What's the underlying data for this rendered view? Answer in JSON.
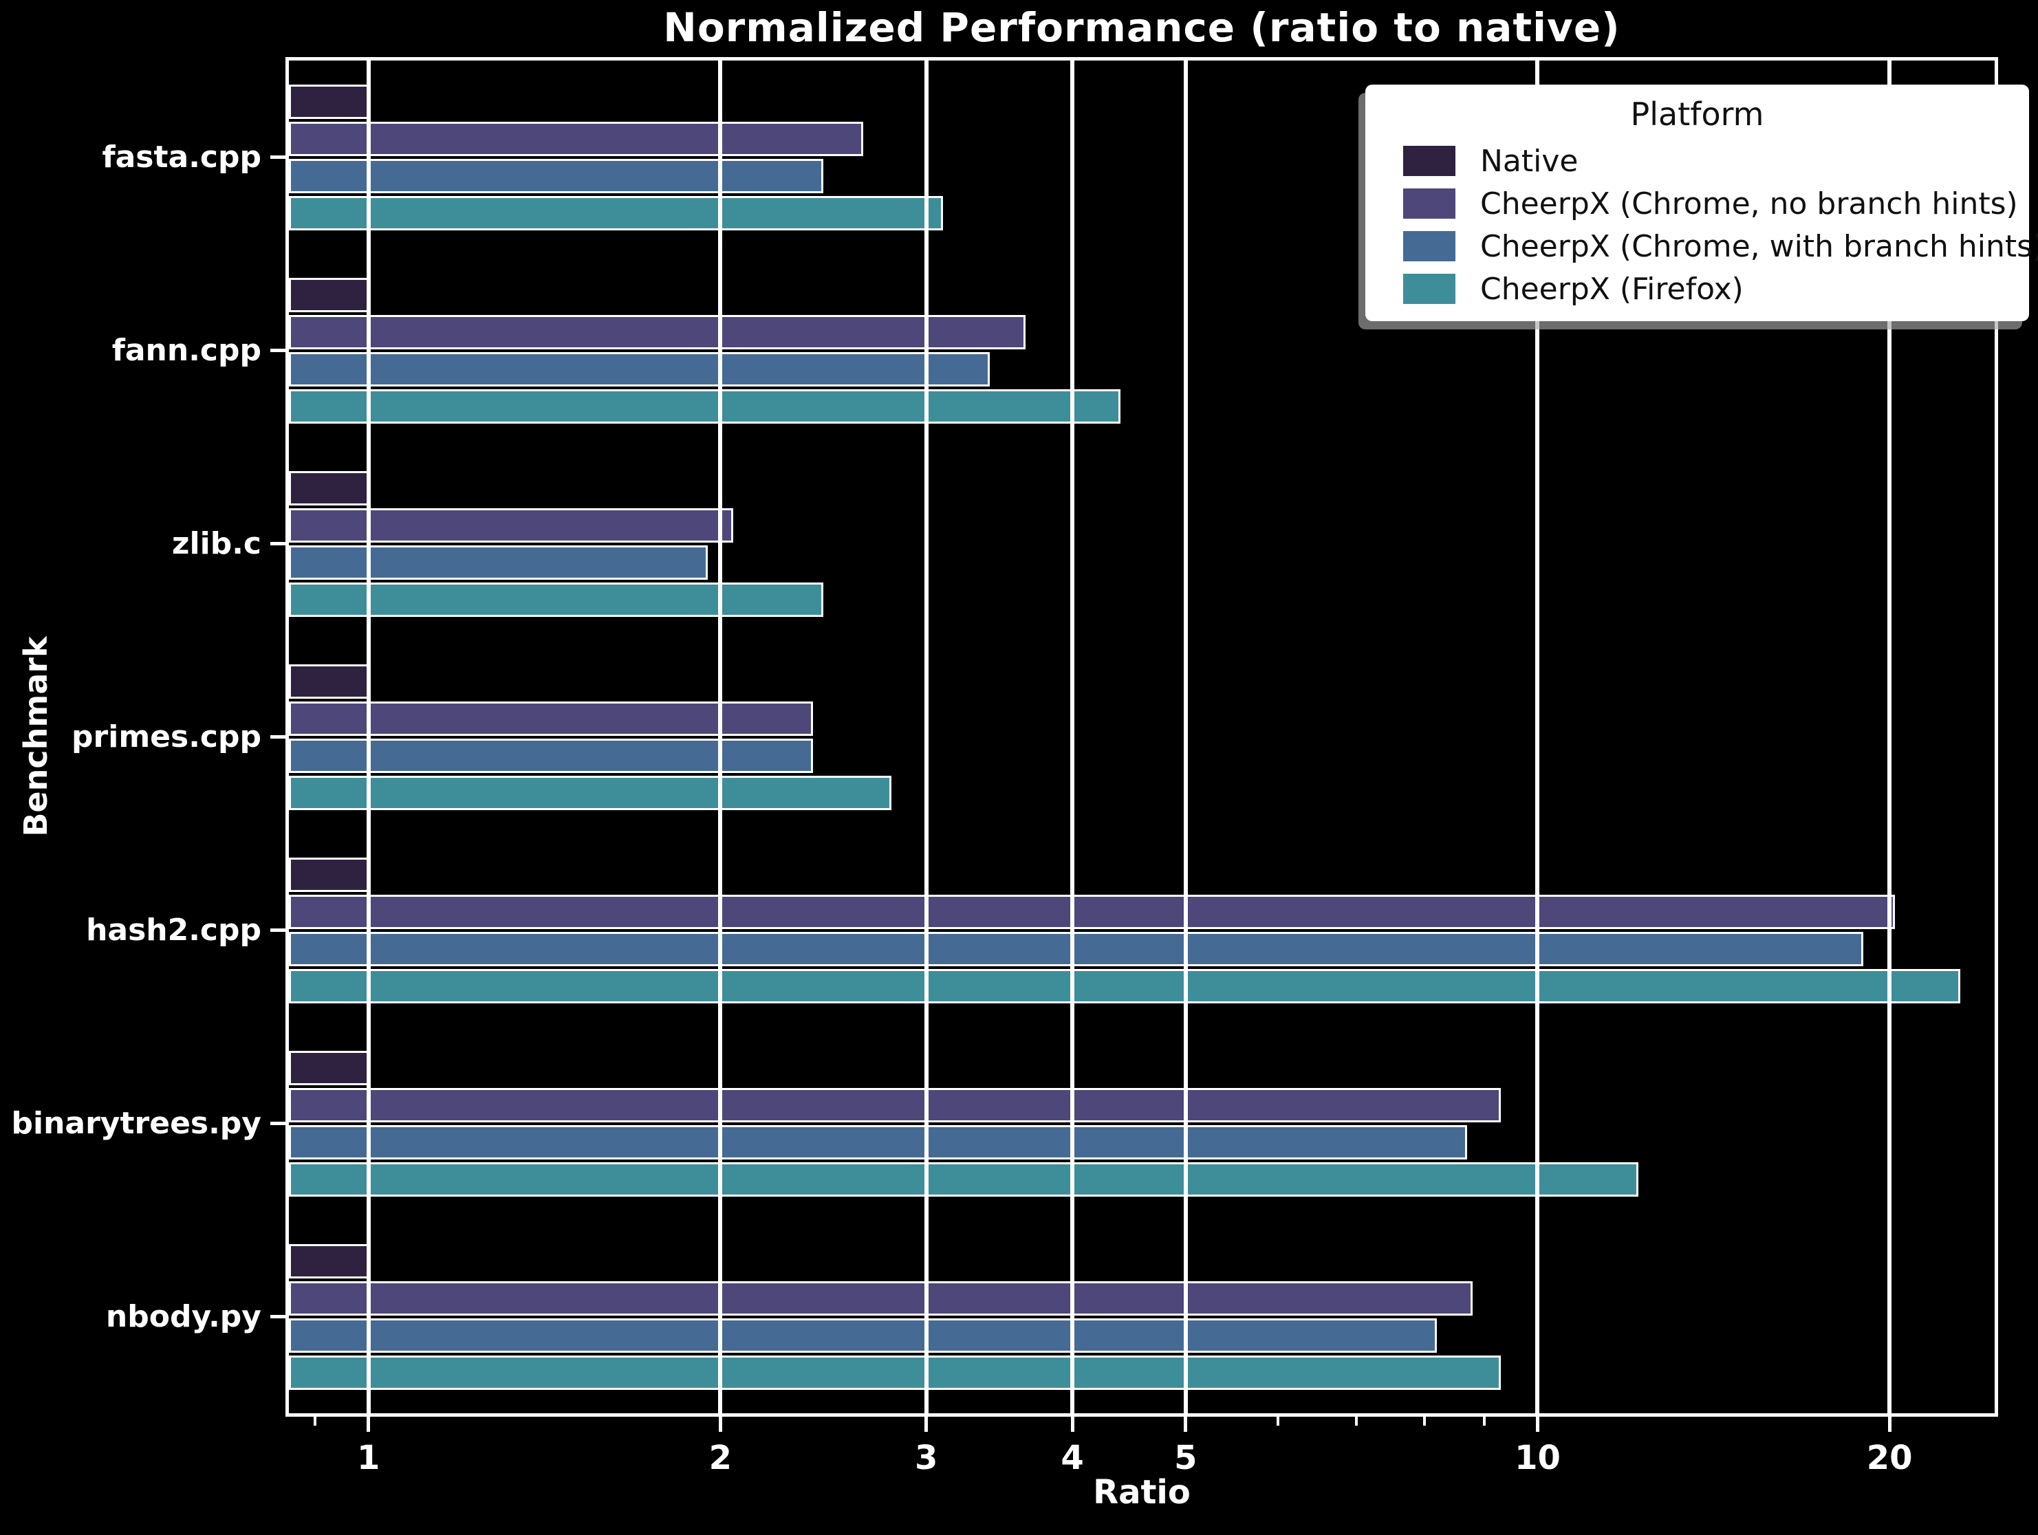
{
  "title": "Normalized Performance (ratio to native)",
  "axes": {
    "x_label": "Ratio",
    "y_label": "Benchmark",
    "x_scale": "log",
    "x_ticks": [
      1,
      2,
      3,
      4,
      5,
      10,
      20
    ],
    "x_minor_ticks": [
      0.9,
      6,
      7,
      8,
      9
    ]
  },
  "legend": {
    "title": "Platform",
    "position": "upper right",
    "entries": [
      {
        "label": "Native",
        "color": "#2e2240"
      },
      {
        "label": "CheerpX (Chrome, no branch hints)",
        "color": "#4e4779"
      },
      {
        "label": "CheerpX (Chrome, with branch hints)",
        "color": "#456b94"
      },
      {
        "label": "CheerpX (Firefox)",
        "color": "#3e8e99"
      }
    ]
  },
  "chart_data": {
    "type": "bar",
    "orientation": "horizontal",
    "title": "Normalized Performance (ratio to native)",
    "xlabel": "Ratio",
    "ylabel": "Benchmark",
    "x_scale": "log",
    "xlim": [
      0.855,
      24.6
    ],
    "grid": true,
    "legend_position": "upper right",
    "categories": [
      "fasta.cpp",
      "fann.cpp",
      "zlib.c",
      "primes.cpp",
      "hash2.cpp",
      "binarytrees.py",
      "nbody.py"
    ],
    "series": [
      {
        "name": "Native",
        "color": "#2e2240",
        "values": [
          1.0,
          1.0,
          1.0,
          1.0,
          1.0,
          1.0,
          1.0
        ]
      },
      {
        "name": "CheerpX (Chrome, no branch hints)",
        "color": "#4e4779",
        "values": [
          2.65,
          3.65,
          2.05,
          2.4,
          20.2,
          9.3,
          8.8
        ]
      },
      {
        "name": "CheerpX (Chrome, with branch hints)",
        "color": "#456b94",
        "values": [
          2.45,
          3.4,
          1.95,
          2.4,
          19.0,
          8.7,
          8.2
        ]
      },
      {
        "name": "CheerpX (Firefox)",
        "color": "#3e8e99",
        "values": [
          3.1,
          4.4,
          2.45,
          2.8,
          23.0,
          12.2,
          9.3
        ]
      }
    ]
  }
}
